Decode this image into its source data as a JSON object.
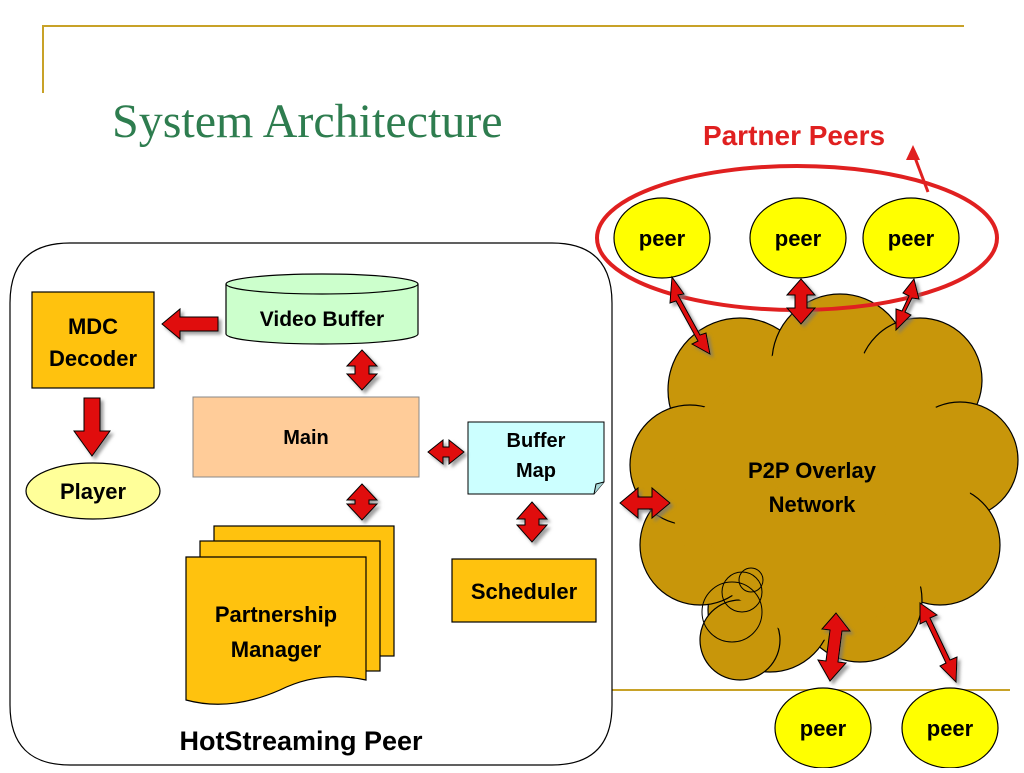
{
  "slide": {
    "title": "System Architecture",
    "frame_color": "#C8A228",
    "title_color": "#2E7D4F"
  },
  "partner_peers": {
    "label": "Partner Peers",
    "color": "#E02020",
    "peers": [
      "peer",
      "peer",
      "peer"
    ]
  },
  "network": {
    "label_line1": "P2P Overlay",
    "label_line2": "Network",
    "color": "#C8960A"
  },
  "bottom_peers": [
    "peer",
    "peer"
  ],
  "hotstreaming": {
    "label": "HotStreaming Peer",
    "mdc_line1": "MDC",
    "mdc_line2": "Decoder",
    "player": "Player",
    "video_buffer": "Video Buffer",
    "main": "Main",
    "buffer_map_line1": "Buffer",
    "buffer_map_line2": "Map",
    "scheduler": "Scheduler",
    "partnership_line1": "Partnership",
    "partnership_line2": "Manager"
  },
  "colors": {
    "arrow": "#E01010",
    "yellow_box": "#FFC20E",
    "peer_fill": "#FFFF00",
    "main_fill": "#FFCC99",
    "buffer_map_fill": "#CCFFFF",
    "video_buffer_fill": "#CCFFCC",
    "player_fill": "#FFFF99"
  }
}
